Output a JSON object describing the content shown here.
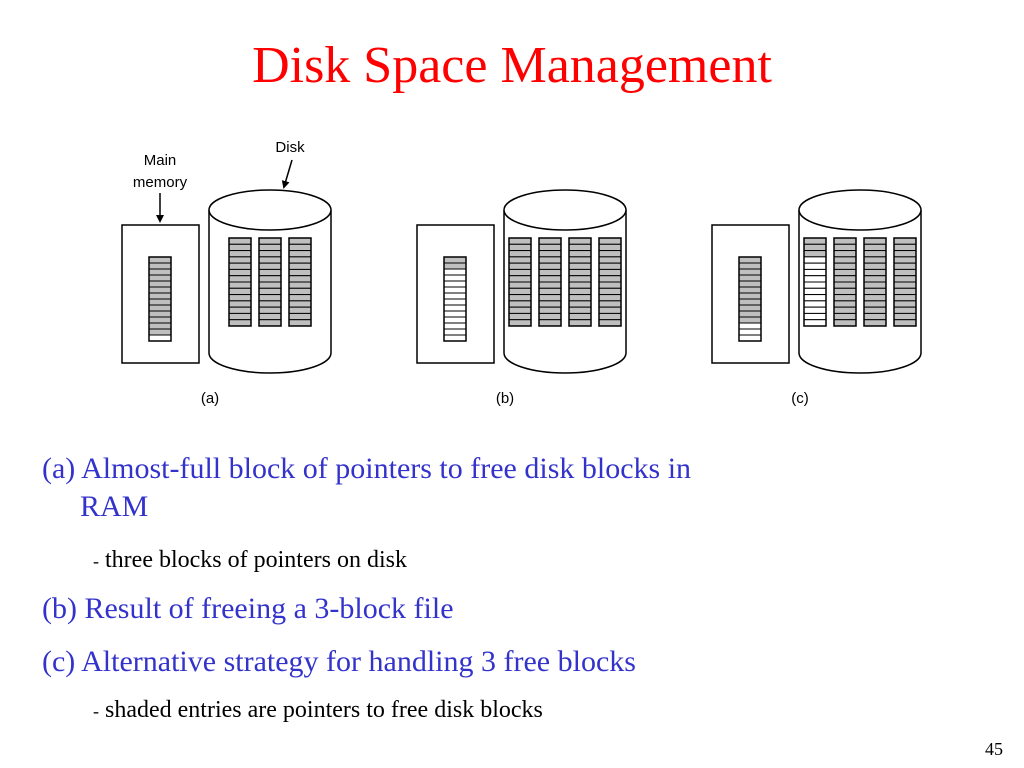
{
  "slide": {
    "title": "Disk Space Management",
    "page_number": "45"
  },
  "colors": {
    "title": "#ff0000",
    "bullet_text": "#3333cc",
    "sub_text": "#000000",
    "shaded_entry": "#bfbfbf",
    "outline": "#000000"
  },
  "figure": {
    "labels": {
      "main_memory_line1": "Main",
      "main_memory_line2": "memory",
      "disk": "Disk",
      "panel_a": "(a)",
      "panel_b": "(b)",
      "panel_c": "(c)"
    },
    "panels": [
      {
        "id": "a",
        "ram_block": {
          "entries": 14,
          "shaded": 13
        },
        "disk_blocks": [
          {
            "entries": 14,
            "shaded": 14
          },
          {
            "entries": 14,
            "shaded": 14
          },
          {
            "entries": 14,
            "shaded": 14
          }
        ]
      },
      {
        "id": "b",
        "ram_block": {
          "entries": 14,
          "shaded": 2
        },
        "disk_blocks": [
          {
            "entries": 14,
            "shaded": 14
          },
          {
            "entries": 14,
            "shaded": 14
          },
          {
            "entries": 14,
            "shaded": 14
          },
          {
            "entries": 14,
            "shaded": 14
          }
        ]
      },
      {
        "id": "c",
        "ram_block": {
          "entries": 14,
          "shaded": 11
        },
        "disk_blocks": [
          {
            "entries": 14,
            "shaded": 3
          },
          {
            "entries": 14,
            "shaded": 14
          },
          {
            "entries": 14,
            "shaded": 14
          },
          {
            "entries": 14,
            "shaded": 14
          }
        ]
      }
    ]
  },
  "bullets": [
    {
      "line1": "(a) Almost-full block of pointers to free disk blocks in",
      "line2": "RAM"
    },
    {
      "line1": "(b) Result of freeing a 3-block file"
    },
    {
      "line1": "(c) Alternative strategy for handling 3 free blocks"
    }
  ],
  "subbullets": [
    {
      "dash": "-",
      "text": " three blocks of pointers on disk"
    },
    {
      "dash": "-",
      "text": " shaded entries are pointers to free disk blocks"
    }
  ]
}
